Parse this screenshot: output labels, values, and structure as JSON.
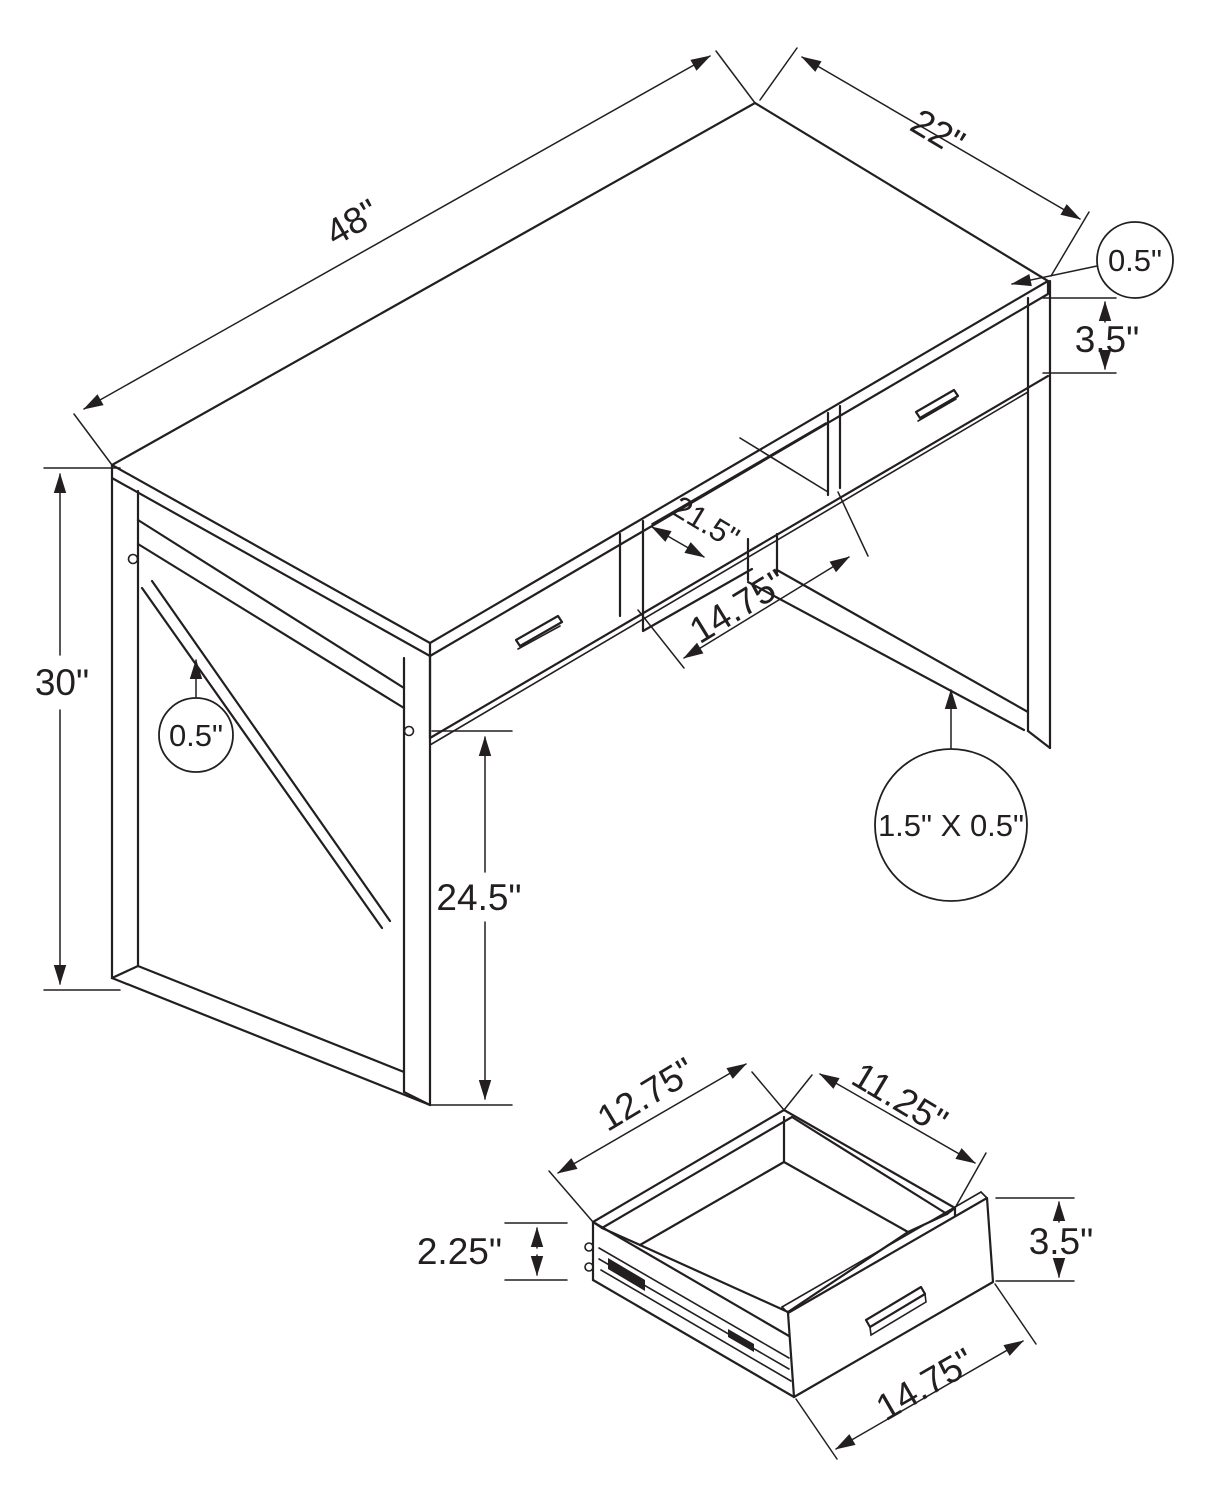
{
  "desk_view": {
    "dim_width": "48\"",
    "dim_depth": "22\"",
    "dim_top_thickness": "0.5\"",
    "dim_drawer_front_height": "3.5\"",
    "dim_height": "30\"",
    "dim_frame_thickness": "0.5\"",
    "dim_cubby_depth": "21.5\"",
    "dim_cubby_width": "14.75\"",
    "dim_leg_clearance": "24.5\"",
    "dim_leg_tube": "1.5\" X 0.5\""
  },
  "drawer_view": {
    "dim_side_length": "12.75\"",
    "dim_back_width": "11.25\"",
    "dim_side_height": "2.25\"",
    "dim_front_height": "3.5\"",
    "dim_front_width": "14.75\""
  }
}
